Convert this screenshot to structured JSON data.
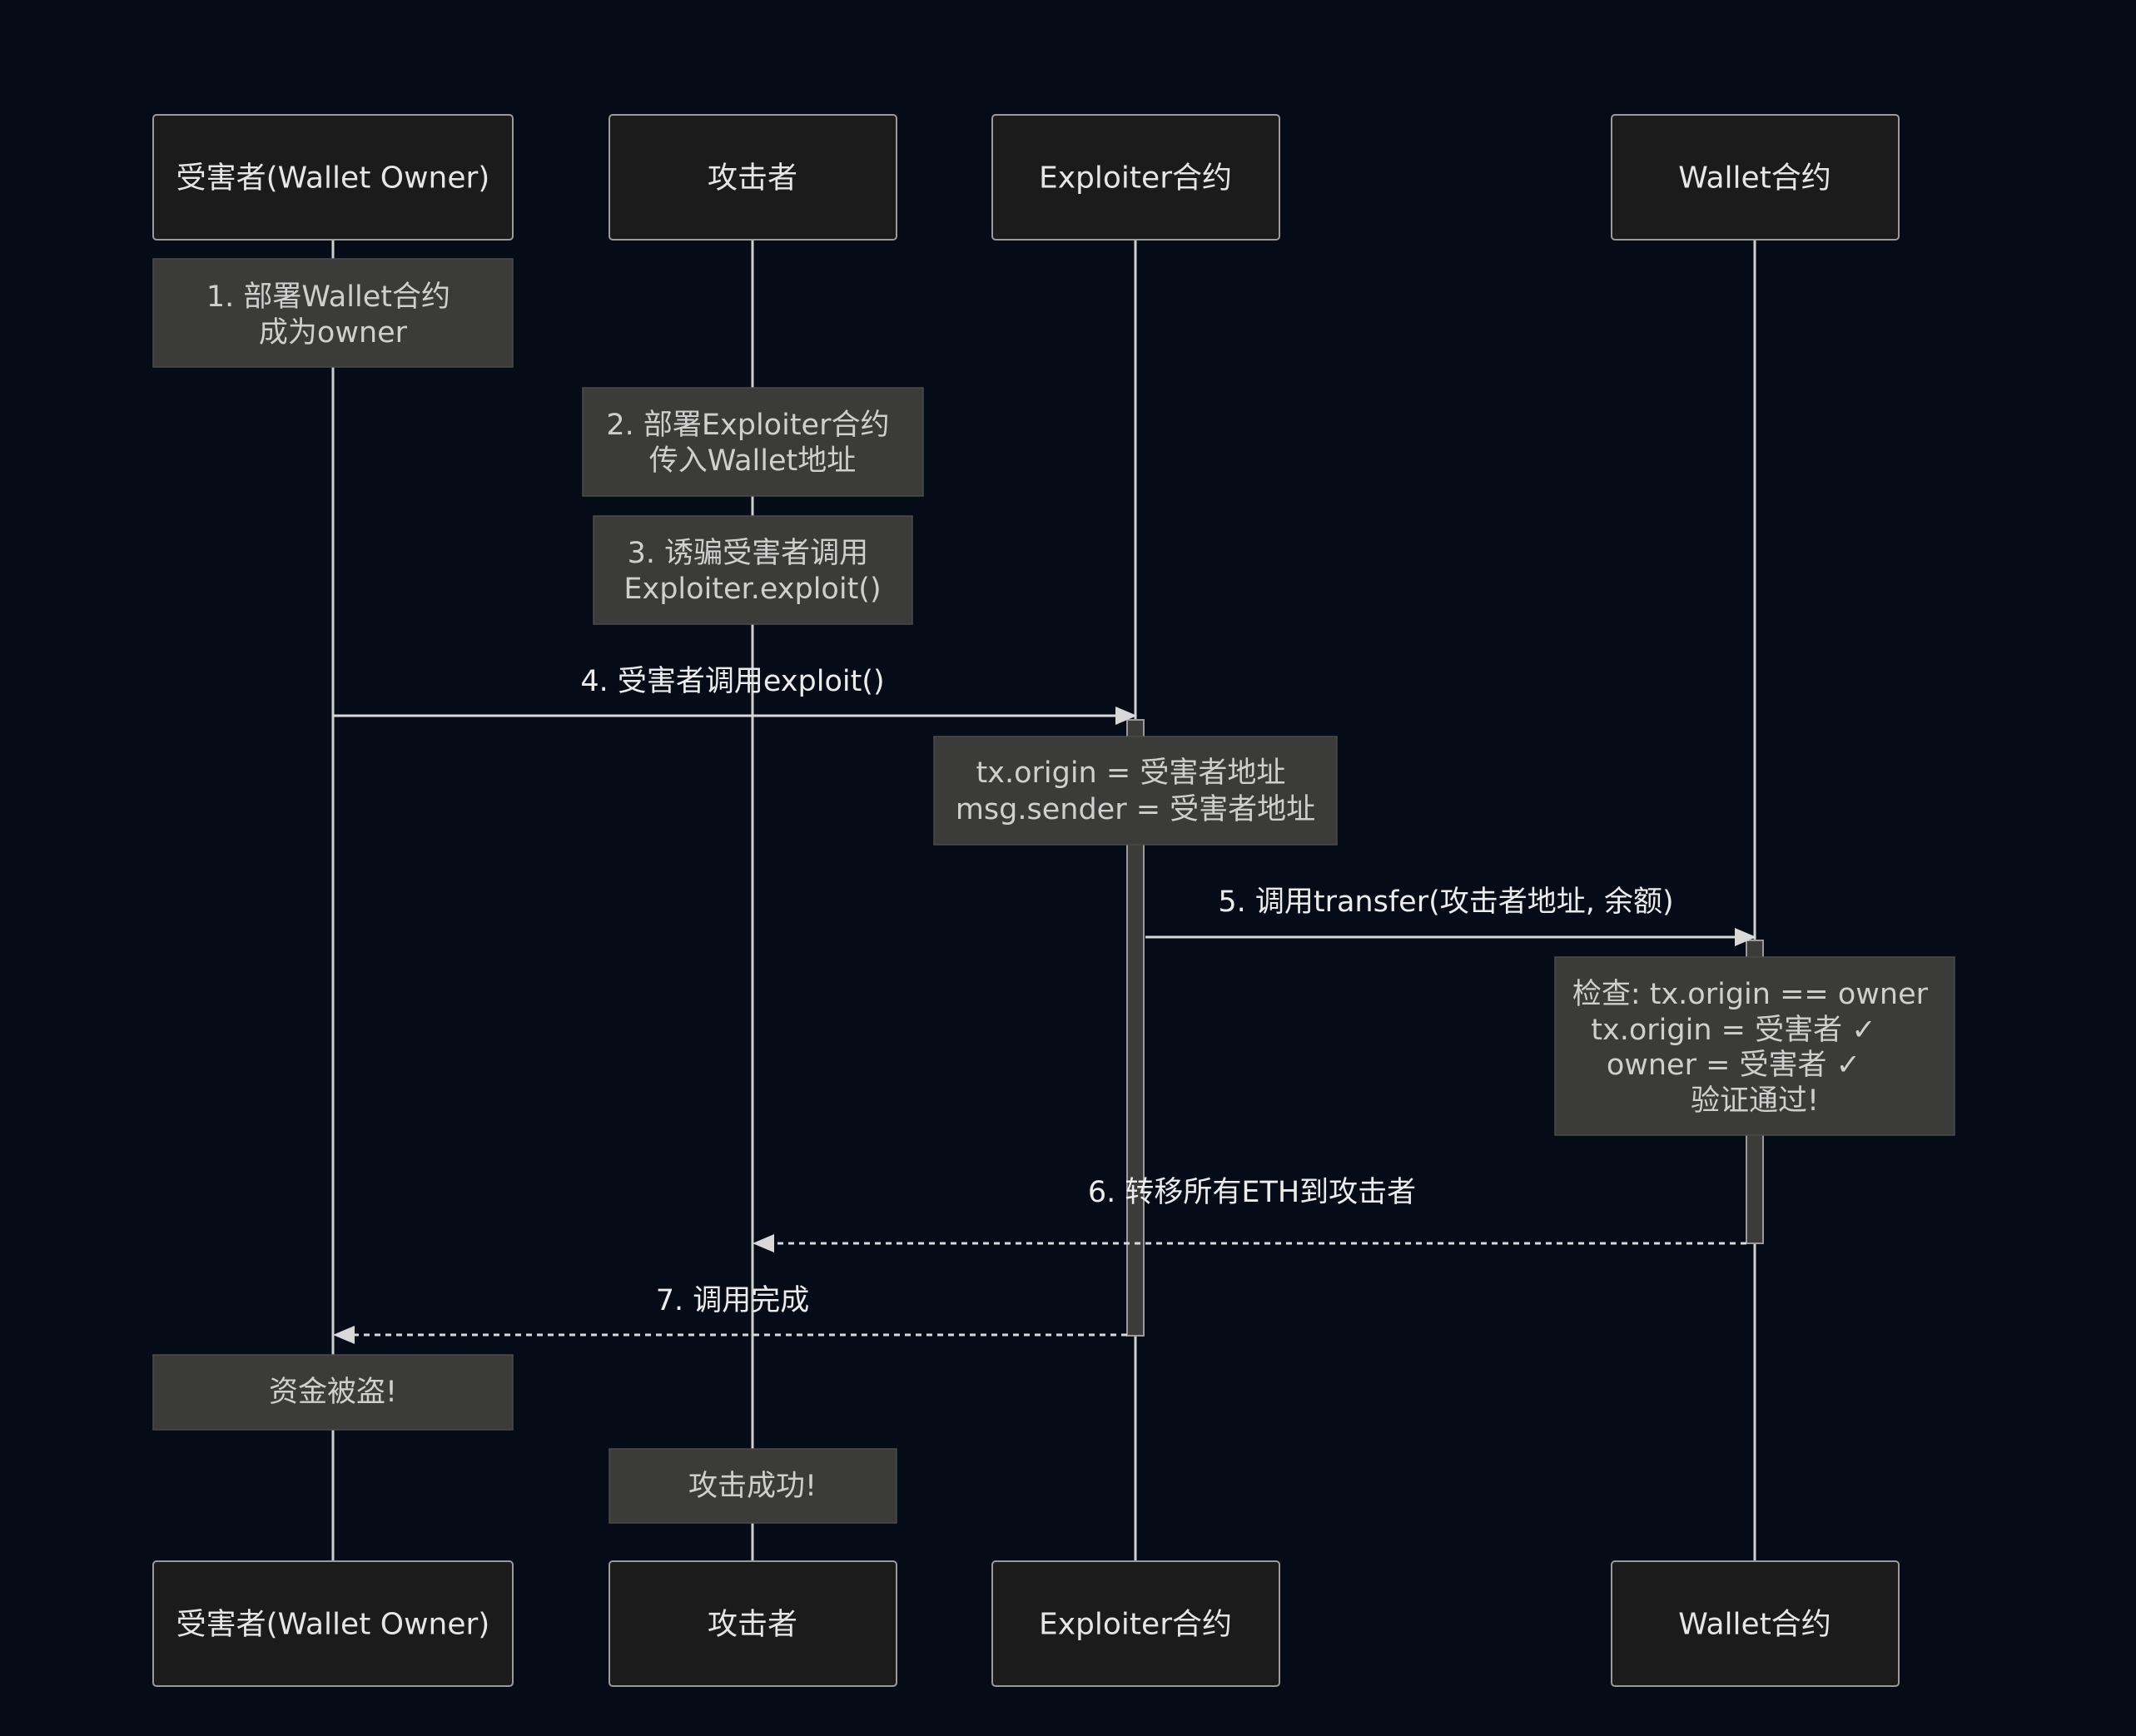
{
  "diagram": {
    "type": "sequence",
    "actors": [
      {
        "id": "victim",
        "label": "受害者(Wallet Owner)"
      },
      {
        "id": "attacker",
        "label": "攻击者"
      },
      {
        "id": "exploiter",
        "label": "Exploiter合约"
      },
      {
        "id": "wallet",
        "label": "Wallet合约"
      }
    ],
    "notes": [
      {
        "id": "note1",
        "over": "victim",
        "lines": [
          "1. 部署Wallet合约",
          "成为owner"
        ]
      },
      {
        "id": "note2",
        "over": "attacker",
        "lines": [
          "2. 部署Exploiter合约",
          "传入Wallet地址"
        ]
      },
      {
        "id": "note3",
        "over": "attacker",
        "lines": [
          "3. 诱骗受害者调用",
          "Exploiter.exploit()"
        ]
      },
      {
        "id": "note4",
        "over": "exploiter",
        "lines": [
          "tx.origin = 受害者地址",
          "msg.sender = 受害者地址"
        ]
      },
      {
        "id": "note5",
        "over": "wallet",
        "lines": [
          "检查: tx.origin == owner",
          "tx.origin = 受害者 ✓",
          "owner = 受害者 ✓",
          "验证通过!"
        ]
      },
      {
        "id": "note6",
        "over": "victim",
        "lines": [
          "资金被盗!"
        ]
      },
      {
        "id": "note7",
        "over": "attacker",
        "lines": [
          "攻击成功!"
        ]
      }
    ],
    "messages": [
      {
        "id": "msg4",
        "from": "victim",
        "to": "exploiter",
        "label": "4. 受害者调用exploit()",
        "style": "solid"
      },
      {
        "id": "msg5",
        "from": "exploiter",
        "to": "wallet",
        "label": "5. 调用transfer(攻击者地址, 余额)",
        "style": "solid"
      },
      {
        "id": "msg6",
        "from": "wallet",
        "to": "attacker",
        "label": "6. 转移所有ETH到攻击者",
        "style": "dashed"
      },
      {
        "id": "msg7",
        "from": "exploiter",
        "to": "victim",
        "label": "7. 调用完成",
        "style": "dashed"
      }
    ]
  }
}
